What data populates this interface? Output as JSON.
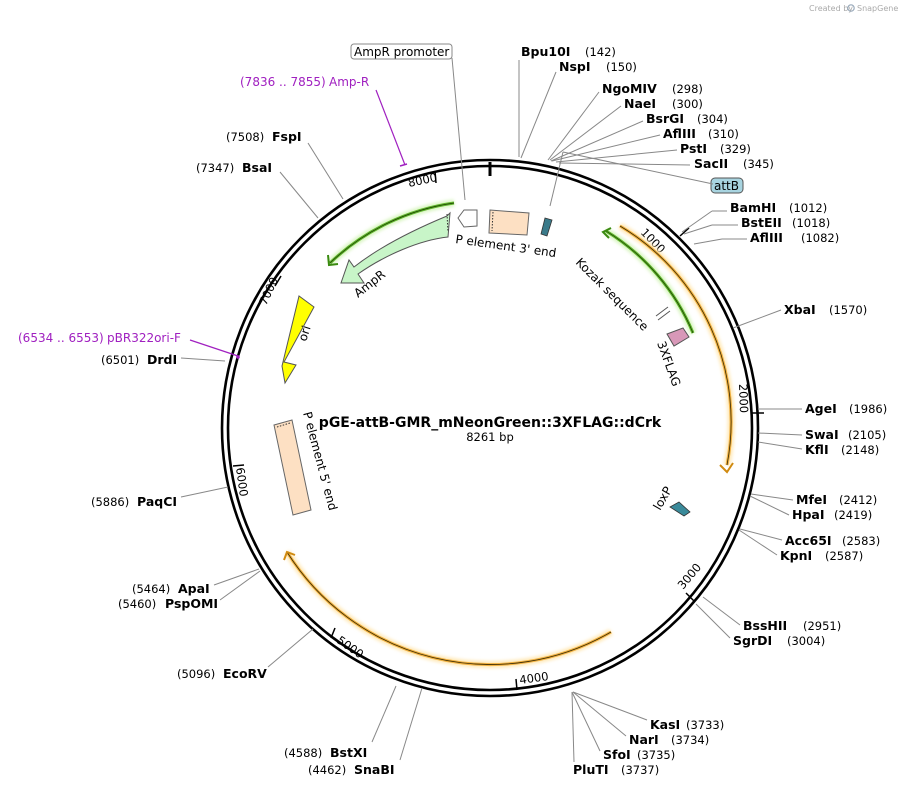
{
  "credit": {
    "prefix": "Created by",
    "brand": "SnapGene"
  },
  "plasmid": {
    "name": "pGE-attB-GMR_mNeonGreen::3XFLAG::dCrk",
    "size_label": "8261 bp",
    "length": 8261
  },
  "ticks": [
    "1000",
    "2000",
    "3000",
    "4000",
    "5000",
    "6000",
    "7000",
    "8000"
  ],
  "enzymes": [
    {
      "name": "Bpu10I",
      "pos": "(142)"
    },
    {
      "name": "NspI",
      "pos": "(150)"
    },
    {
      "name": "NgoMIV",
      "pos": "(298)"
    },
    {
      "name": "NaeI",
      "pos": "(300)"
    },
    {
      "name": "BsrGI",
      "pos": "(304)"
    },
    {
      "name": "AflIII",
      "pos": "(310)"
    },
    {
      "name": "PstI",
      "pos": "(329)"
    },
    {
      "name": "SacII",
      "pos": "(345)"
    },
    {
      "name": "BamHI",
      "pos": "(1012)"
    },
    {
      "name": "BstEII",
      "pos": "(1018)"
    },
    {
      "name": "AflIII",
      "pos": "(1082)"
    },
    {
      "name": "XbaI",
      "pos": "(1570)"
    },
    {
      "name": "AgeI",
      "pos": "(1986)"
    },
    {
      "name": "SwaI",
      "pos": "(2105)"
    },
    {
      "name": "KflI",
      "pos": "(2148)"
    },
    {
      "name": "MfeI",
      "pos": "(2412)"
    },
    {
      "name": "HpaI",
      "pos": "(2419)"
    },
    {
      "name": "Acc65I",
      "pos": "(2583)"
    },
    {
      "name": "KpnI",
      "pos": "(2587)"
    },
    {
      "name": "BssHII",
      "pos": "(2951)"
    },
    {
      "name": "SgrDI",
      "pos": "(3004)"
    },
    {
      "name": "KasI",
      "pos": "(3733)"
    },
    {
      "name": "NarI",
      "pos": "(3734)"
    },
    {
      "name": "SfoI",
      "pos": "(3735)"
    },
    {
      "name": "PluTI",
      "pos": "(3737)"
    },
    {
      "name": "BstXI",
      "pos": "(4588)"
    },
    {
      "name": "SnaBI",
      "pos": "(4462)"
    },
    {
      "name": "EcoRV",
      "pos": "(5096)"
    },
    {
      "name": "ApaI",
      "pos": "(5464)"
    },
    {
      "name": "PspOMI",
      "pos": "(5460)"
    },
    {
      "name": "PaqCI",
      "pos": "(5886)"
    },
    {
      "name": "DrdI",
      "pos": "(6501)"
    },
    {
      "name": "BsaI",
      "pos": "(7347)"
    },
    {
      "name": "FspI",
      "pos": "(7508)"
    }
  ],
  "primers": [
    {
      "range": "(7836 .. 7855)",
      "name": "Amp-R"
    },
    {
      "range": "(6534 .. 6553)",
      "name": "pBR322ori-F"
    }
  ],
  "features": {
    "amp_promoter": "AmpR promoter",
    "attb": "attB",
    "p_element_3": "P element 3' end",
    "kozak": "Kozak sequence",
    "flag": "3XFLAG",
    "loxp": "loxP",
    "ampr": "AmpR",
    "ori": "ori",
    "p_element_5": "P element 5' end"
  },
  "colors": {
    "backbone": "#000000",
    "orange_track": "#f0b040",
    "green_track": "#5db32a",
    "ampr_fill": "#c8f5c8",
    "ori_fill": "#ffff00",
    "p_element_fill": "#fde0c3",
    "attb_fill": "#a8d4e0",
    "loxp_fill": "#3a8a9a",
    "flag_fill": "#d898b8",
    "primer": "#a020c0"
  }
}
